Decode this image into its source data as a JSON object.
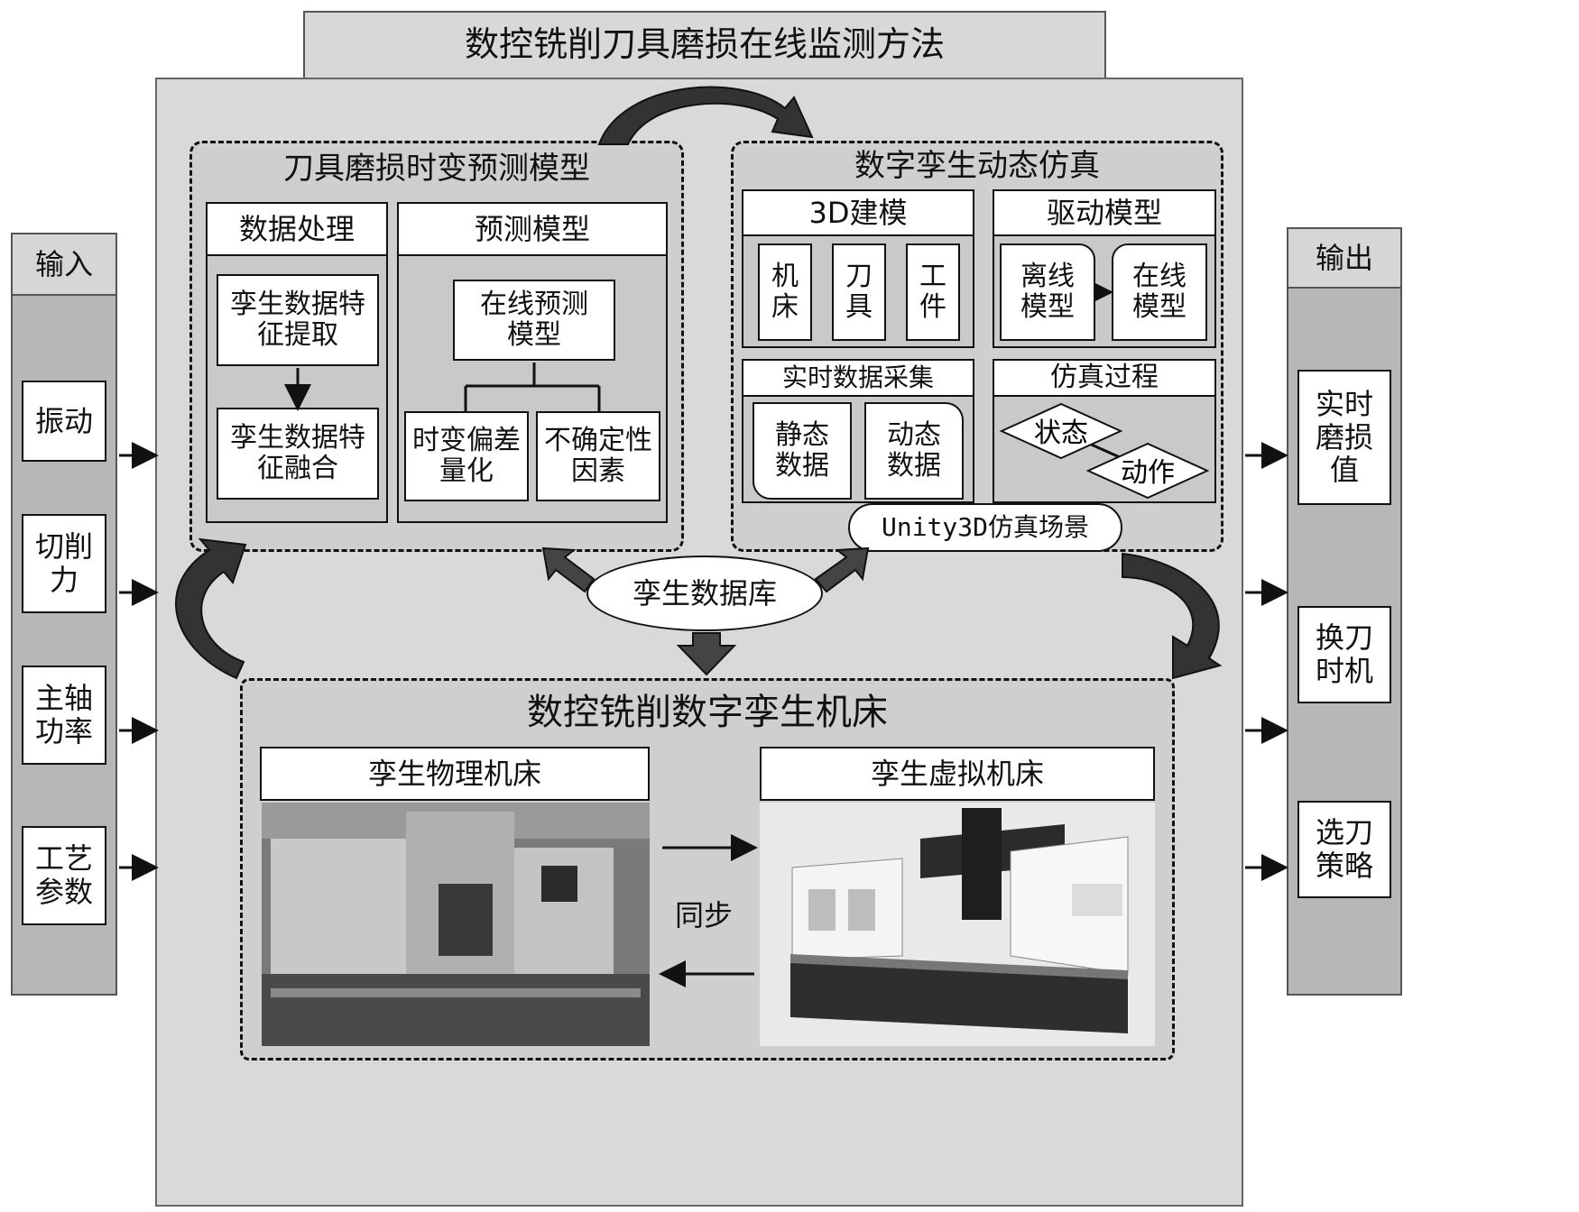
{
  "title": "数控铣削刀具磨损在线监测方法",
  "input": {
    "header": "输入",
    "items": [
      "振动",
      "切削力",
      "主轴功率",
      "工艺参数"
    ]
  },
  "output": {
    "header": "输出",
    "items": [
      "实时磨损值",
      "换刀时机",
      "选刀策略"
    ]
  },
  "prediction_model": {
    "title": "刀具磨损时变预测模型",
    "data_processing": {
      "header": "数据处理",
      "step1": "孪生数据特征提取",
      "step2": "孪生数据特征融合"
    },
    "predict": {
      "header": "预测模型",
      "online": "在线预测模型",
      "left": "时变偏差量化",
      "right": "不确定性因素"
    }
  },
  "simulation": {
    "title": "数字孪生动态仿真",
    "modeling": {
      "header": "3D建模",
      "items": [
        "机床",
        "刀具",
        "工件"
      ]
    },
    "driver": {
      "header": "驱动模型",
      "offline": "离线模型",
      "online": "在线模型"
    },
    "realtime": {
      "header": "实时数据采集",
      "static": "静态数据",
      "dynamic": "动态数据"
    },
    "process": {
      "header": "仿真过程",
      "state": "状态",
      "action": "动作"
    },
    "scene": "Unity3D仿真场景"
  },
  "database": "孪生数据库",
  "machine": {
    "title": "数控铣削数字孪生机床",
    "physical": "孪生物理机床",
    "virtual": "孪生虚拟机床",
    "sync": "同步"
  }
}
